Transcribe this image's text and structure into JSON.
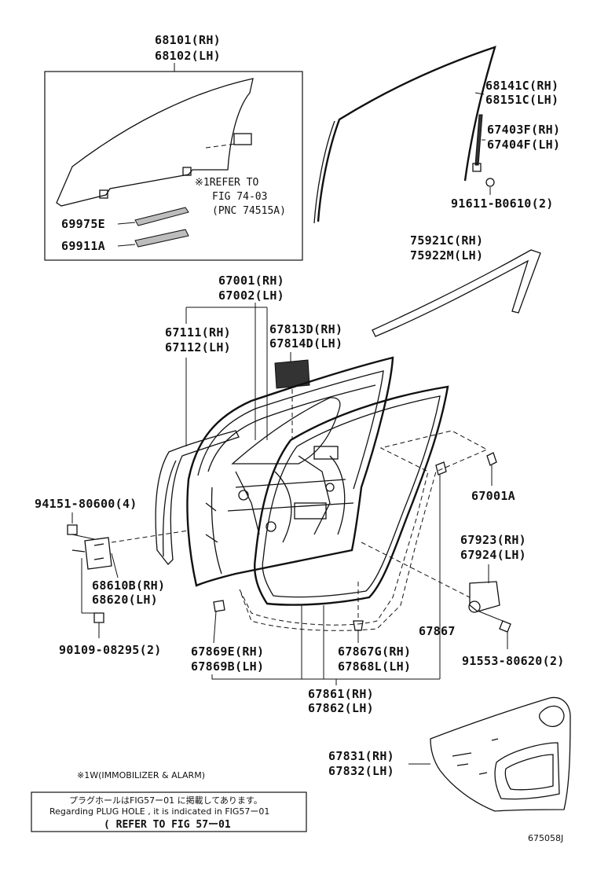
{
  "labels": {
    "glass_rh": "68101(RH)",
    "glass_lh": "68102(LH)",
    "refer_note_1": "※1REFER TO",
    "refer_note_2": "FIG 74-03",
    "refer_note_3": "(PNC 74515A)",
    "p69975e": "69975E",
    "p69911a": "69911A",
    "p68141c": "68141C(RH)",
    "p68151c": "68151C(LH)",
    "p67403f": "67403F(RH)",
    "p67404f": "67404F(LH)",
    "p91611": "91611-B0610(2)",
    "p75921c": "75921C(RH)",
    "p75922m": "75922M(LH)",
    "p67001": "67001(RH)",
    "p67002": "67002(LH)",
    "p67111": "67111(RH)",
    "p67112": "67112(LH)",
    "p67813d": "67813D(RH)",
    "p67814d": "67814D(LH)",
    "p67001a": "67001A",
    "p94151": "94151-80600(4)",
    "p68610b": "68610B(RH)",
    "p68620": "68620(LH)",
    "p90109": "90109-08295(2)",
    "p67923": "67923(RH)",
    "p67924": "67924(LH)",
    "p67867": "67867",
    "p91553": "91553-80620(2)",
    "p67869e": "67869E(RH)",
    "p67869b": "67869B(LH)",
    "p67867g": "67867G(RH)",
    "p67868l": "67868L(LH)",
    "p67861": "67861(RH)",
    "p67862": "67862(LH)",
    "p67831": "67831(RH)",
    "p67832": "67832(LH)",
    "footnote": "※1W(IMMOBILIZER & ALARM)",
    "note_jp": "プラグホールはFIG57ー01 に掲載してあります。",
    "note_en": "Regarding PLUG HOLE , it is indicated in FIG57ー01",
    "note_ref": "( REFER TO FIG 57ー01",
    "diagram_id": "675058J"
  }
}
